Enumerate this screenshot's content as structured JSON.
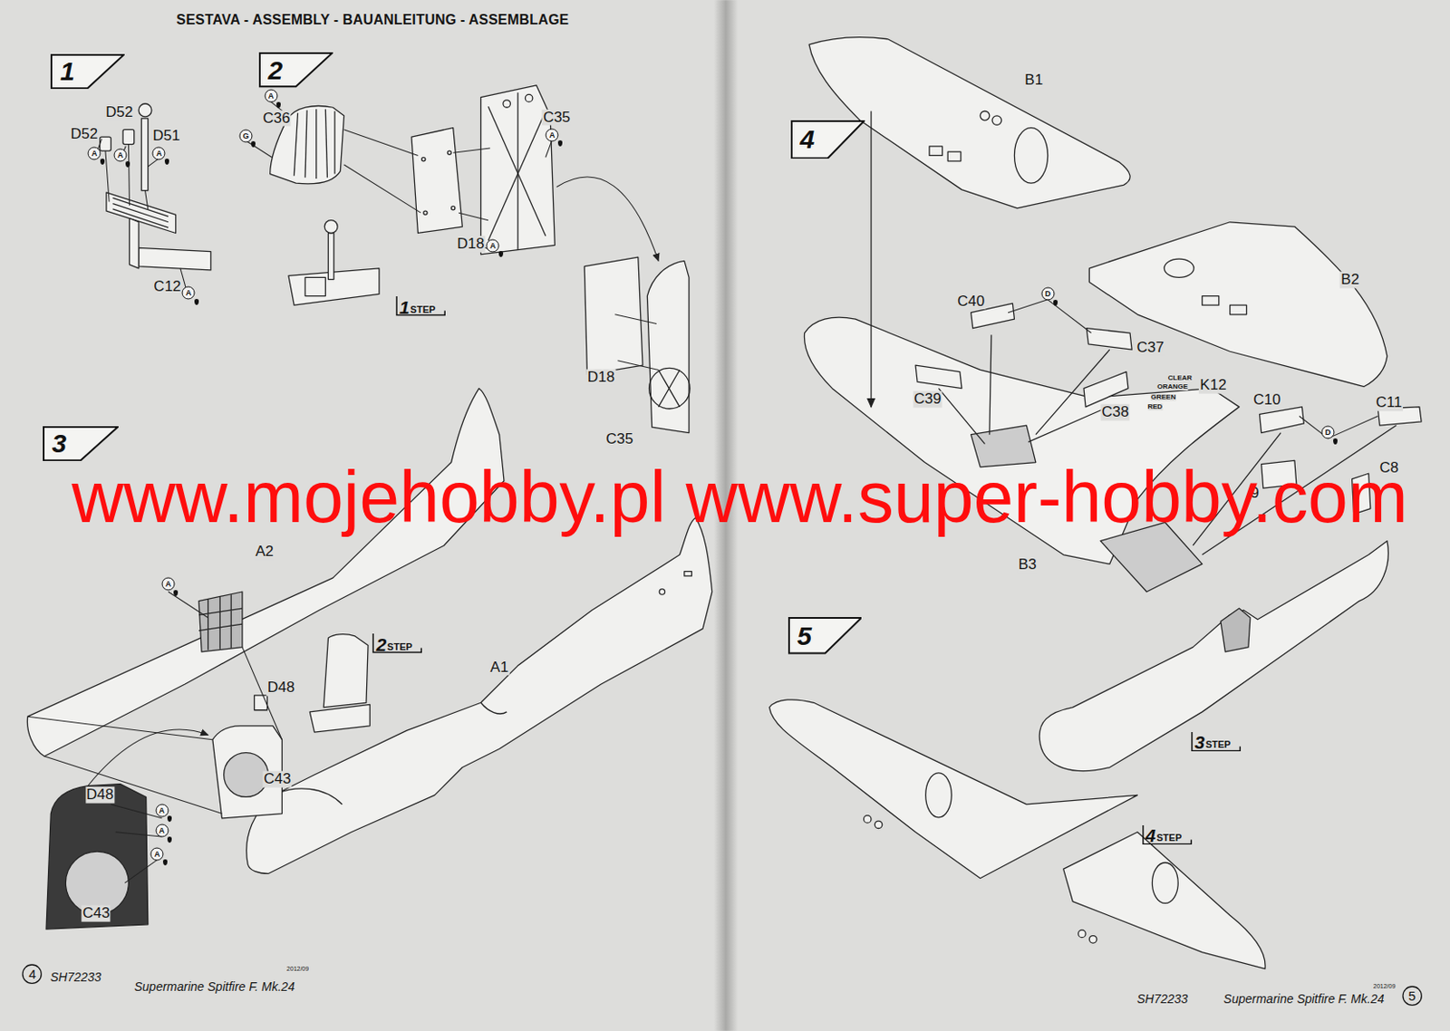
{
  "diagram": {
    "title": "SESTAVA - ASSEMBLY - BAUANLEITUNG - ASSEMBLAGE",
    "nodes": [
      {
        "text": [
          "1"
        ]
      },
      {
        "text": [
          "2"
        ]
      },
      {
        "text": [
          "1",
          "STEP"
        ]
      },
      {
        "text": [
          "3"
        ]
      },
      {
        "text": [
          "2",
          "STEP"
        ]
      },
      {
        "text": [
          "4"
        ]
      },
      {
        "text": [
          "4"
        ]
      },
      {
        "text": [
          "5"
        ]
      },
      {
        "text": [
          "3",
          "STEP"
        ]
      },
      {
        "text": [
          "4",
          "STEP"
        ]
      },
      {
        "text": [
          "5"
        ]
      }
    ],
    "labels": [
      "D52",
      "A",
      "D52",
      "A",
      "D51",
      "A",
      "C12",
      "A",
      "A",
      "C36",
      "G",
      "C35",
      "A",
      "D18",
      "A",
      "D18",
      "C35",
      "A2",
      "A",
      "A1",
      "D48",
      "C43",
      "D48",
      "A",
      "A",
      "A",
      "C43",
      "B1",
      "B2",
      "C40",
      "D",
      "C37",
      "CLEAR",
      "ORANGE",
      "K12",
      "GREEN",
      "RED",
      "C39",
      "C38",
      "C10",
      "C11",
      "D",
      "C8",
      "9",
      "B3",
      "www.mojehobby.pl www.super-hobby.com",
      "SH72233",
      "2012/09",
      "Supermarine Spitfire F. Mk.24",
      "SH72233",
      "2012/09",
      "Supermarine Spitfire F. Mk.24"
    ]
  }
}
